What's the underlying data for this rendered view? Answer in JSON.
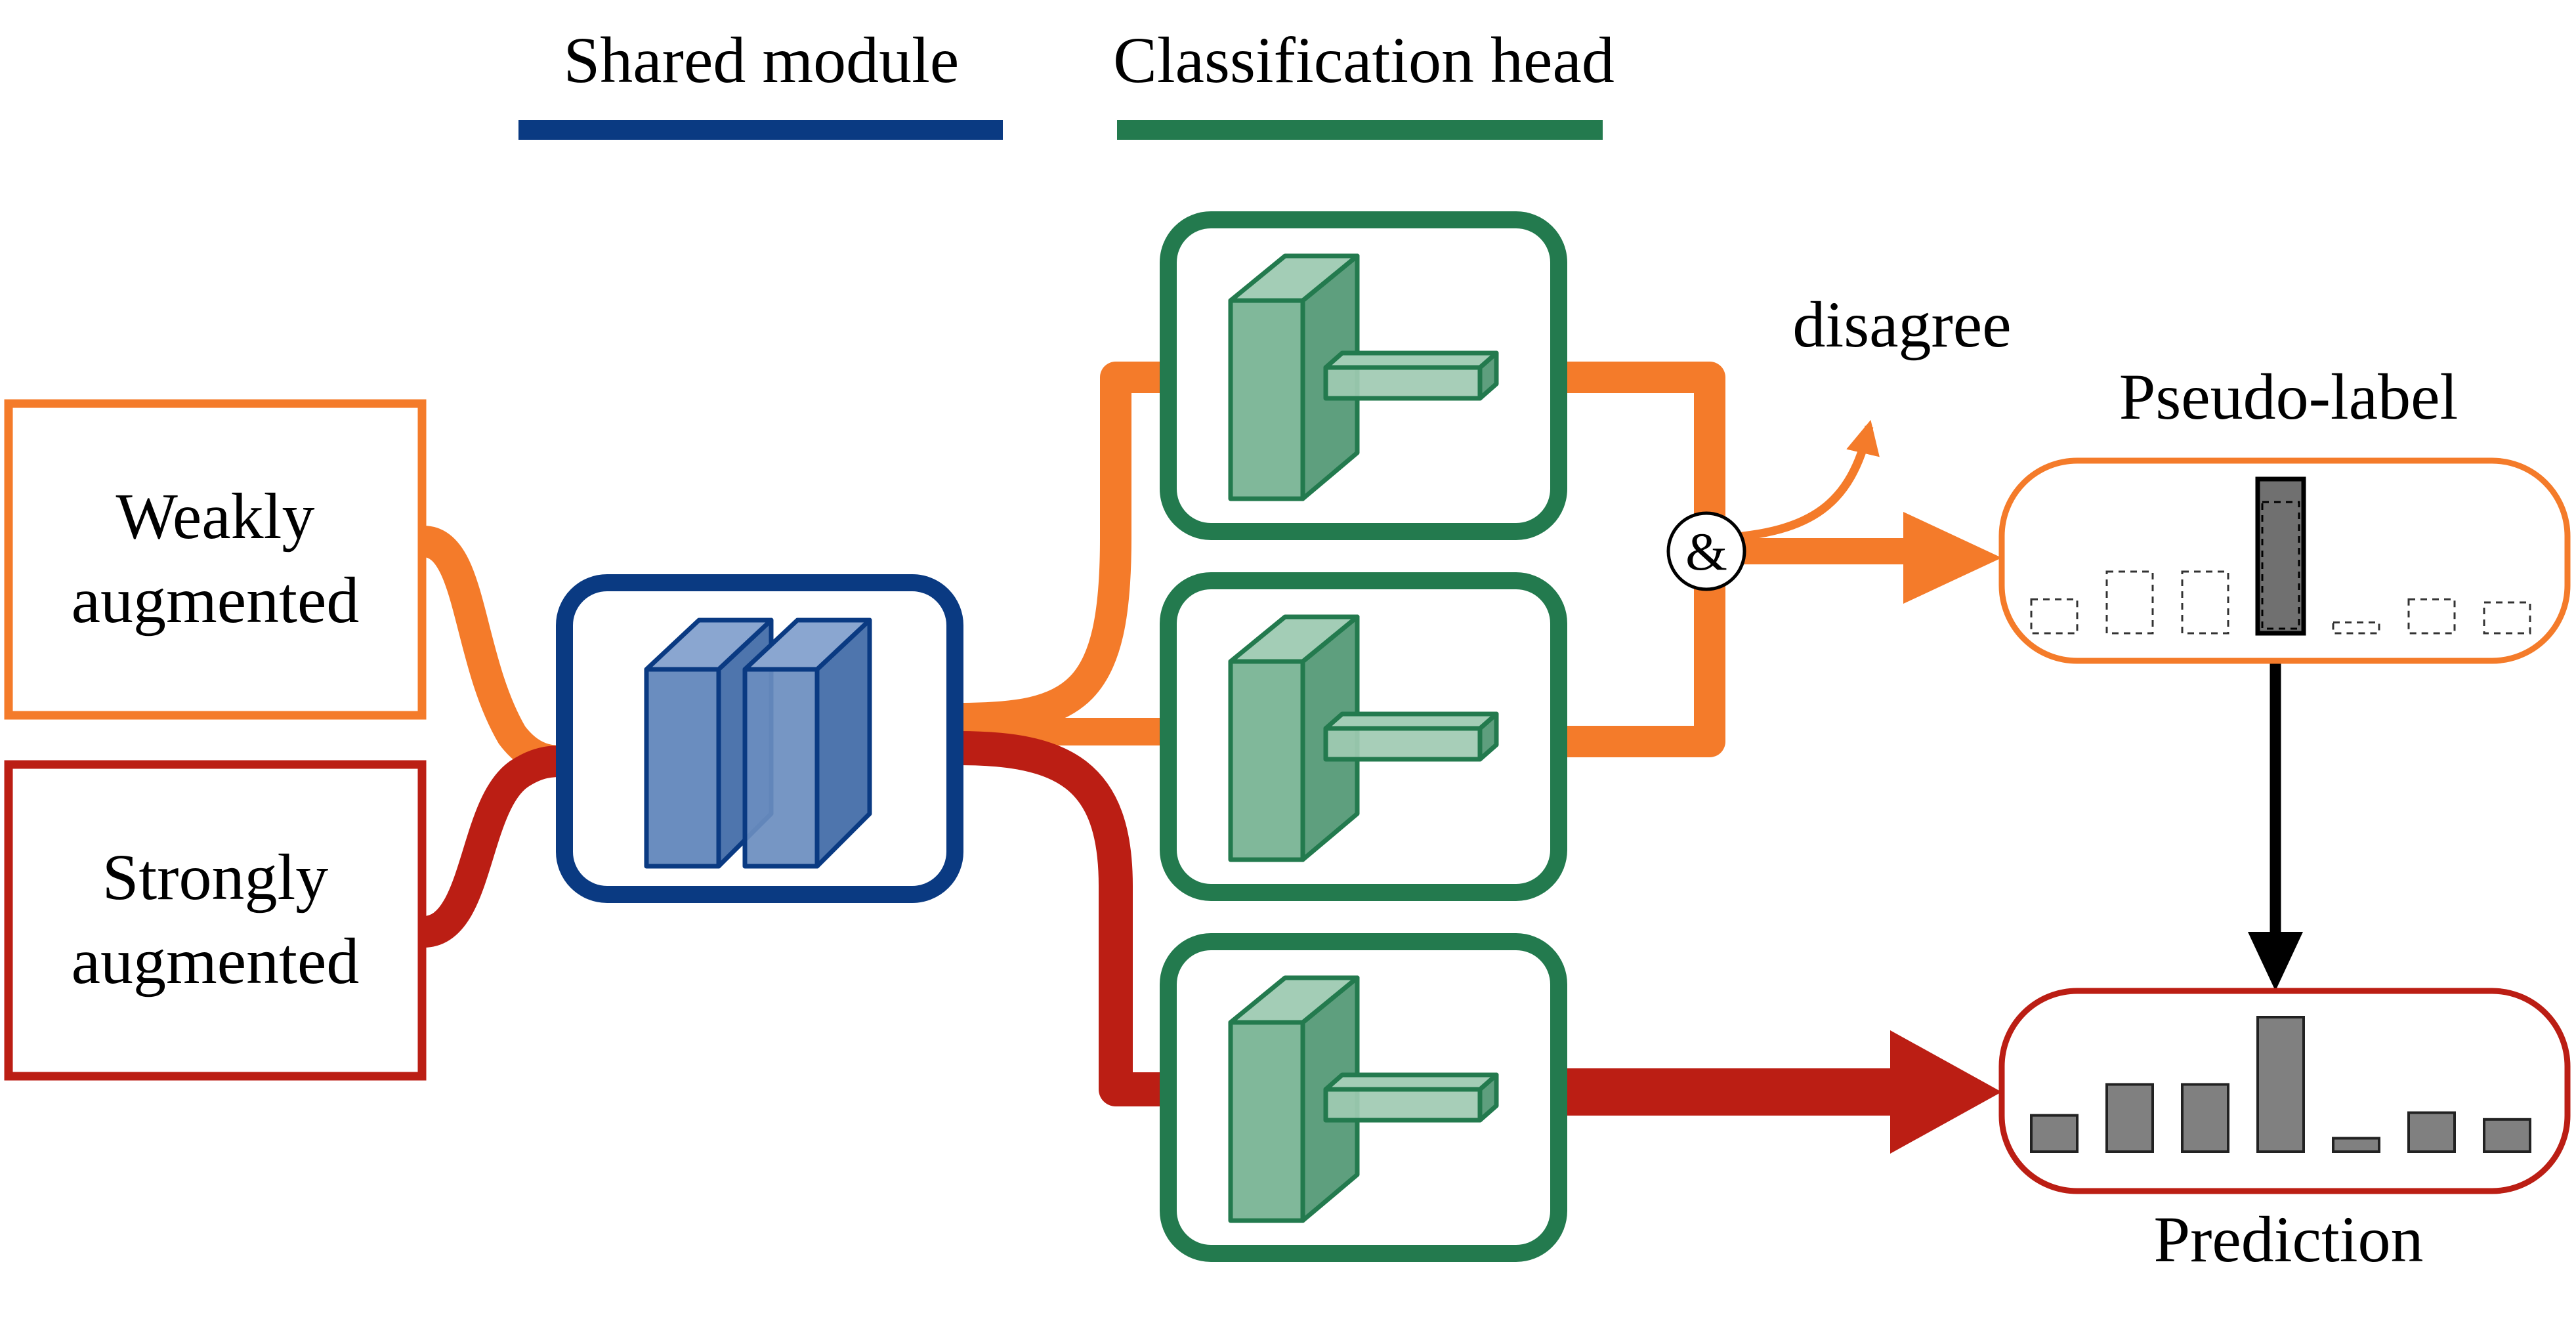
{
  "legend": {
    "shared_module_label": "Shared module",
    "classification_head_label": "Classification head"
  },
  "inputs": {
    "weak_line1": "Weakly",
    "weak_line2": "augmented",
    "strong_line1": "Strongly",
    "strong_line2": "augmented"
  },
  "branch": {
    "disagree_label": "disagree",
    "and_symbol": "&"
  },
  "outputs": {
    "pseudo_label_title": "Pseudo-label",
    "prediction_title": "Prediction",
    "pseudo_label_bars": [
      0.22,
      0.4,
      0.4,
      1.0,
      0.07,
      0.22,
      0.2
    ],
    "pseudo_label_selected_index": 3,
    "prediction_bars": [
      0.27,
      0.5,
      0.5,
      1.0,
      0.1,
      0.29,
      0.24
    ]
  },
  "colors": {
    "weak_orange": "#F47B2A",
    "strong_red": "#BB1E14",
    "shared_blue": "#0A3A82",
    "shared_block_fill": "#6A8DBF",
    "head_green": "#237A4E",
    "head_block_fill": "#80B89A",
    "bar_gray": "#808080",
    "selected_bar_gray": "#707070"
  }
}
